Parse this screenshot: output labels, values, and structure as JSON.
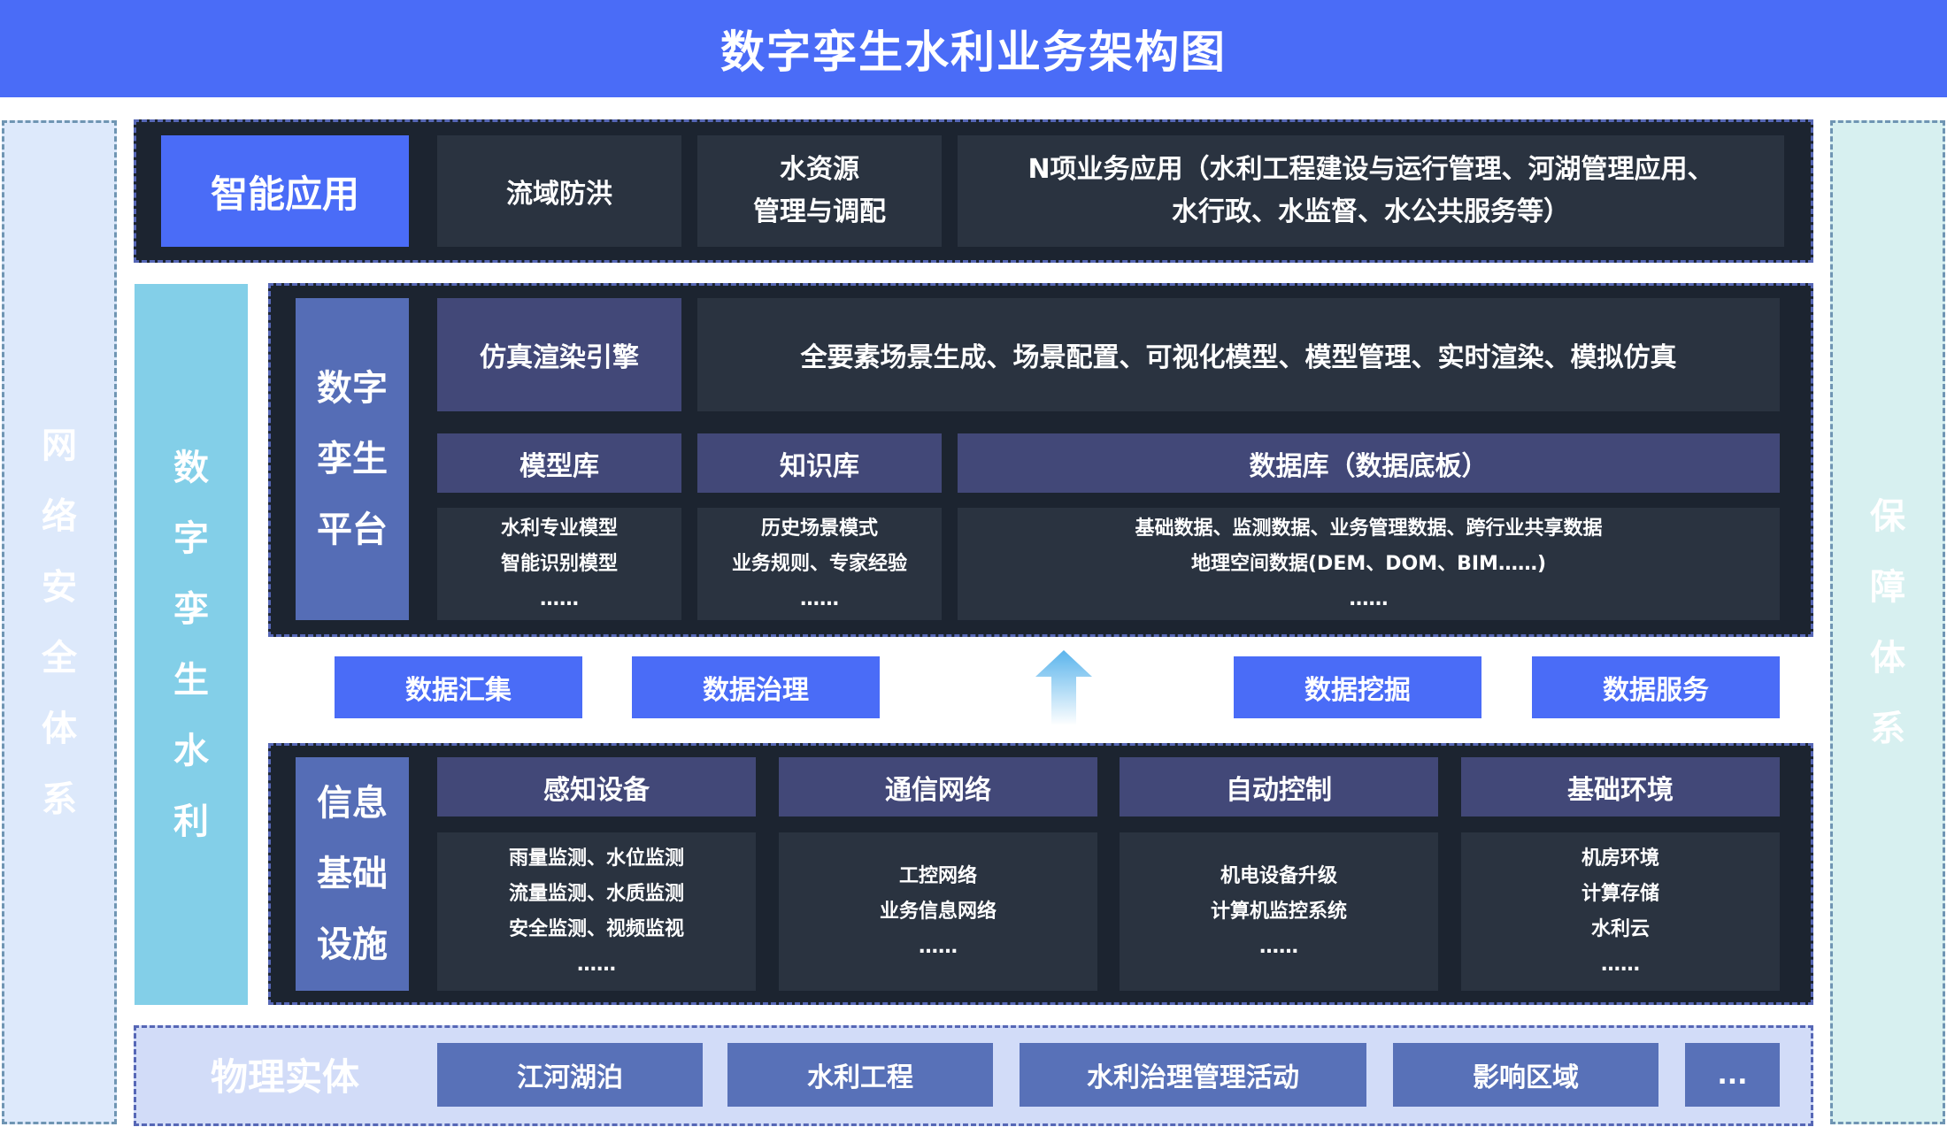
{
  "title": "数字孪生水利业务架构图",
  "left_side": {
    "chars": [
      "网",
      "络",
      "安",
      "全",
      "体",
      "系"
    ]
  },
  "right_side": {
    "chars": [
      "保",
      "障",
      "体",
      "系"
    ]
  },
  "twin_water": {
    "chars": [
      "数",
      "字",
      "孪",
      "生",
      "水",
      "利"
    ]
  },
  "smart_app": {
    "label": "智能应用",
    "flood": "流域防洪",
    "water_res": [
      "水资源",
      "管理与调配"
    ],
    "n_apps": [
      "N项业务应用（水利工程建设与运行管理、河湖管理应用、",
      "水行政、水监督、水公共服务等）"
    ]
  },
  "platform": {
    "label": [
      "数字",
      "孪生",
      "平台"
    ],
    "engine": "仿真渲染引擎",
    "engine_desc": "全要素场景生成、场景配置、可视化模型、模型管理、实时渲染、模拟仿真",
    "model_lib": {
      "title": "模型库",
      "lines": [
        "水利专业模型",
        "智能识别模型",
        "……"
      ]
    },
    "knowledge_lib": {
      "title": "知识库",
      "lines": [
        "历史场景模式",
        "业务规则、专家经验",
        "……"
      ]
    },
    "data_lib": {
      "title": "数据库（数据底板）",
      "lines": [
        "基础数据、监测数据、业务管理数据、跨行业共享数据",
        "地理空间数据(DEM、DOM、BIM……)",
        "……"
      ]
    }
  },
  "data_flow": [
    "数据汇集",
    "数据治理",
    "数据挖掘",
    "数据服务"
  ],
  "infra": {
    "label": [
      "信息",
      "基础",
      "设施"
    ],
    "cols": [
      {
        "title": "感知设备",
        "lines": [
          "雨量监测、水位监测",
          "流量监测、水质监测",
          "安全监测、视频监视",
          "……"
        ]
      },
      {
        "title": "通信网络",
        "lines": [
          "工控网络",
          "业务信息网络",
          "……"
        ]
      },
      {
        "title": "自动控制",
        "lines": [
          "机电设备升级",
          "计算机监控系统",
          "……"
        ]
      },
      {
        "title": "基础环境",
        "lines": [
          "机房环境",
          "计算存储",
          "水利云",
          "……"
        ]
      }
    ]
  },
  "physical": {
    "label": "物理实体",
    "items": [
      "江河湖泊",
      "水利工程",
      "水利治理管理活动",
      "影响区域",
      "..."
    ]
  },
  "colors": {
    "primary": "#4a6cf7",
    "panel": "#1c2430",
    "cell": "#2a3340",
    "header": "#424878",
    "twin": "#83cfe8"
  }
}
